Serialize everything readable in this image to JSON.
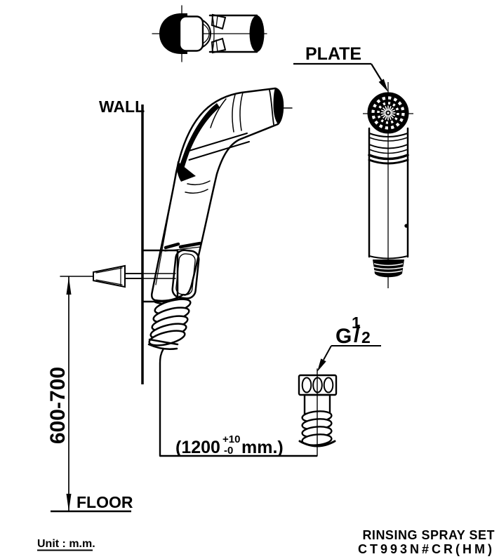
{
  "colors": {
    "ink": "#000000",
    "paper": "#ffffff"
  },
  "labels": {
    "wall": "WALL",
    "floor": "FLOOR",
    "plate": "PLATE",
    "unit_note": "Unit : m.m."
  },
  "dimensions": {
    "mount_height": "600-700",
    "hose_length": {
      "prefix": "(1200",
      "tolerance_plus": "+10",
      "tolerance_minus": "-0",
      "suffix": "mm.)"
    },
    "thread_spec": {
      "letter": "G",
      "numerator": "1",
      "slash": "/",
      "denominator": "2"
    }
  },
  "title_block": {
    "product_name": "RINSING SPRAY SET",
    "product_code": "CT993N#CR(HM)"
  }
}
